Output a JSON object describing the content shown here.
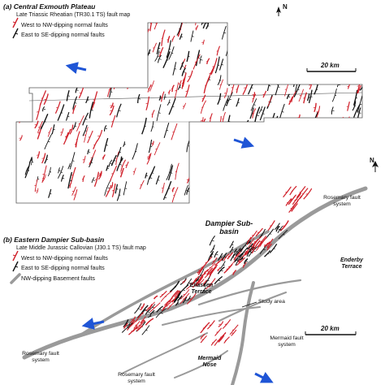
{
  "panel_a": {
    "letter": "(a)",
    "title": "Central Exmouth Plateau",
    "subtitle": "Late Triassic Rheatian (TR30.1 TS) fault map",
    "legend": [
      {
        "label": "West to NW-dipping normal faults",
        "color": "#d0202a"
      },
      {
        "label": "East to SE-dipping normal faults",
        "color": "#111111"
      }
    ],
    "scale_label": "20 km",
    "north_label": "N"
  },
  "panel_b": {
    "letter": "(b)",
    "title": "Eastern Dampier Sub-basin",
    "subtitle": "Late Middle Jurassic Callovian (J30.1 TS) fault map",
    "legend": [
      {
        "label": "West to NW-dipping normal faults",
        "color": "#d0202a"
      },
      {
        "label": "East to SE-dipping normal faults",
        "color": "#111111"
      },
      {
        "label": "NW-dipping Basement faults",
        "color": "#9a9a9a"
      }
    ],
    "labels": {
      "basin": "Dampier Sub-basin",
      "rosemary_ne": "Rosemary fault system",
      "enderby": "Enderby Terrace",
      "eliassen": "Eliassen Terrace",
      "study_area": "Study area",
      "mermaid_fs": "Mermaid fault system",
      "mermaid_nose": "Mermaid Nose",
      "rosemary_sw": "Rosemary fault system",
      "rosemary_bottom": "Rosemary fault system"
    },
    "scale_label": "20 km",
    "north_label": "N"
  },
  "colors": {
    "red_fault": "#d0202a",
    "black_fault": "#111111",
    "basement_fault": "#9a9a9a",
    "arrow": "#1f55d6",
    "outline": "#555555"
  }
}
